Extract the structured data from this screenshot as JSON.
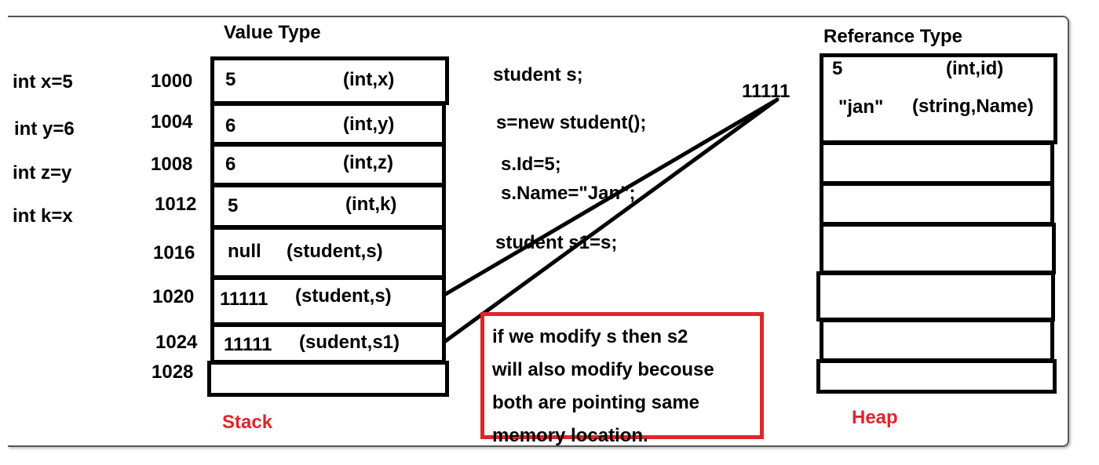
{
  "stack": {
    "title": "Value Type",
    "label": "Stack",
    "variables": [
      "int x=5",
      "int y=6",
      "int z=y",
      "int k=x"
    ],
    "cells": [
      {
        "addr": "1000",
        "value": "5",
        "type": "(int,x)"
      },
      {
        "addr": "1004",
        "value": "6",
        "type": "(int,y)"
      },
      {
        "addr": "1008",
        "value": "6",
        "type": "(int,z)"
      },
      {
        "addr": "1012",
        "value": "5",
        "type": "(int,k)"
      },
      {
        "addr": "1016",
        "value": "null",
        "type": "(student,s)"
      },
      {
        "addr": "1020",
        "value": "11111",
        "type": "(student,s)"
      },
      {
        "addr": "1024",
        "value": "11111",
        "type": "(sudent,s1)"
      },
      {
        "addr": "1028",
        "value": "",
        "type": ""
      }
    ]
  },
  "code": {
    "lines": [
      "student s;",
      "s=new student();",
      "s.Id=5;",
      "s.Name=\"Jan\";",
      "student s1=s;"
    ]
  },
  "heap": {
    "title": "Referance Type",
    "label": "Heap",
    "address": "11111",
    "object": [
      {
        "value": "5",
        "type": "(int,id)"
      },
      {
        "value": "\"jan\"",
        "type": "(string,Name)"
      }
    ]
  },
  "note": {
    "lines": [
      "if we modify s then s2",
      "will also modify becouse",
      "both are pointing same",
      "memory location."
    ],
    "border_color": "#e0252c"
  },
  "colors": {
    "label_red": "#e0252c"
  }
}
